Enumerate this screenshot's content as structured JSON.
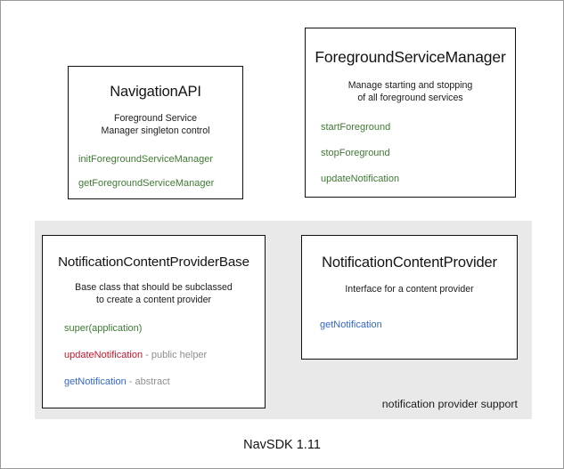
{
  "diagram": {
    "footer_label": "NavSDK 1.11",
    "group": {
      "caption": "notification provider support"
    },
    "colors": {
      "green": "#3f7a33",
      "red": "#c4172a",
      "blue": "#3366cc",
      "gray_suffix": "#8e8e8e",
      "panel_background": "#e9e9e9",
      "box_border": "#111111",
      "canvas_background": "#ffffff"
    },
    "boxes": [
      {
        "title": "NavigationAPI",
        "description_lines": [
          "Foreground Service",
          "Manager singleton control"
        ],
        "members": [
          {
            "name": "initForegroundServiceManager",
            "suffix": "",
            "color": "green"
          },
          {
            "name": "getForegroundServiceManager",
            "suffix": "",
            "color": "green"
          }
        ]
      },
      {
        "title": "ForegroundServiceManager",
        "description_lines": [
          "Manage starting and stopping",
          "of all foreground services"
        ],
        "members": [
          {
            "name": "startForeground",
            "suffix": "",
            "color": "green"
          },
          {
            "name": "stopForeground",
            "suffix": "",
            "color": "green"
          },
          {
            "name": "updateNotification",
            "suffix": "",
            "color": "green"
          }
        ]
      },
      {
        "title": "NotificationContentProviderBase",
        "description_lines": [
          "Base class that should be subclassed",
          "to create a content provider"
        ],
        "members": [
          {
            "name": "super(application)",
            "suffix": "",
            "color": "green"
          },
          {
            "name": "updateNotification",
            "suffix": " - public helper",
            "color": "red"
          },
          {
            "name": "getNotification",
            "suffix": " - abstract",
            "color": "blue"
          }
        ]
      },
      {
        "title": "NotificationContentProvider",
        "description_lines": [
          "Interface for a content provider"
        ],
        "members": [
          {
            "name": "getNotification",
            "suffix": "",
            "color": "blue"
          }
        ]
      }
    ]
  }
}
